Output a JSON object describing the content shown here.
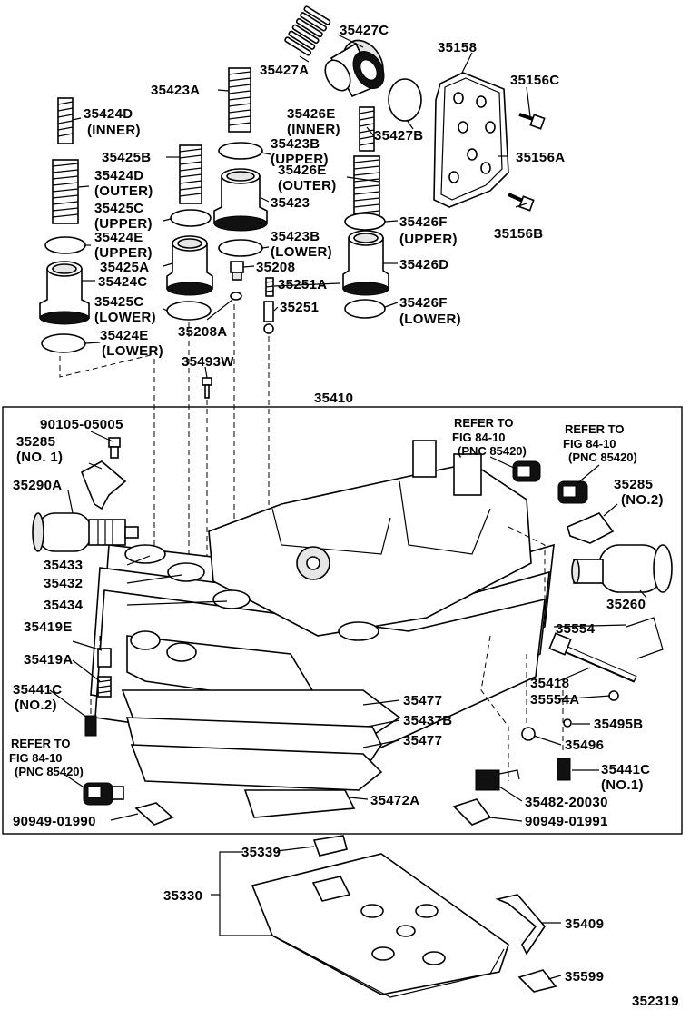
{
  "diagram": {
    "code": "352319",
    "labels": {
      "p35427C": "35427C",
      "p35427A": "35427A",
      "p35158": "35158",
      "p35156C": "35156C",
      "p35423A": "35423A",
      "p35424D_inner": "35424D",
      "inner": "(INNER)",
      "p35426E_inner": "35426E",
      "inner2": "(INNER)",
      "p35427B": "35427B",
      "p35156A": "35156A",
      "p35423B_upper": "35423B",
      "upper_a": "(UPPER)",
      "p35425B": "35425B",
      "p35424D_outer": "35424D",
      "outer_a": "(OUTER)",
      "p35426E_outer": "35426E",
      "outer_b": "(OUTER)",
      "p35423": "35423",
      "p35156B": "35156B",
      "p35425C_upper": "35425C",
      "upper_b": "(UPPER)",
      "p35426F_upper": "35426F",
      "upper_c": "(UPPER)",
      "p35424E_upper": "35424E",
      "upper_d": "(UPPER)",
      "p35423B_lower": "35423B",
      "lower_a": "(LOWER)",
      "p35425A": "35425A",
      "p35208": "35208",
      "p35424C": "35424C",
      "p35251A": "35251A",
      "p35426D": "35426D",
      "p35425C_lower": "35425C",
      "lower_b": "(LOWER)",
      "p35251": "35251",
      "p35426F_lower": "35426F",
      "lower_c": "(LOWER)",
      "p35208A": "35208A",
      "p35424E_lower": "35424E",
      "lower_d": "(LOWER)",
      "p35493W": "35493W",
      "p35410": "35410",
      "p90105": "90105-05005",
      "refer1": "REFER TO",
      "fig1": "FIG 84-10",
      "pnc1": "(PNC 85420)",
      "refer2": "REFER TO",
      "fig2": "FIG 84-10",
      "pnc2": "(PNC 85420)",
      "p35285_no1": "35285",
      "no1": "(NO. 1)",
      "p35285_no2": "35285",
      "no2": "(NO.2)",
      "p35290A": "35290A",
      "p35433": "35433",
      "p35432": "35432",
      "p35434": "35434",
      "p35260": "35260",
      "p35419E": "35419E",
      "p35554": "35554",
      "p35419A": "35419A",
      "p35418": "35418",
      "p35441C_no2": "35441C",
      "no2b": "(NO.2)",
      "p35477_a": "35477",
      "p35554A": "35554A",
      "p35437B": "35437B",
      "p35495B": "35495B",
      "refer3": "REFER TO",
      "fig3": "FIG 84-10",
      "pnc3": "(PNC 85420)",
      "p35477_b": "35477",
      "p35496": "35496",
      "p35441C_no1": "35441C",
      "no1b": "(NO.1)",
      "p35482": "35482-20030",
      "p35472A": "35472A",
      "p90949_01990": "90949-01990",
      "p90949_01991": "90949-01991",
      "p35339": "35339",
      "p35330": "35330",
      "p35409": "35409",
      "p35599": "35599"
    }
  }
}
